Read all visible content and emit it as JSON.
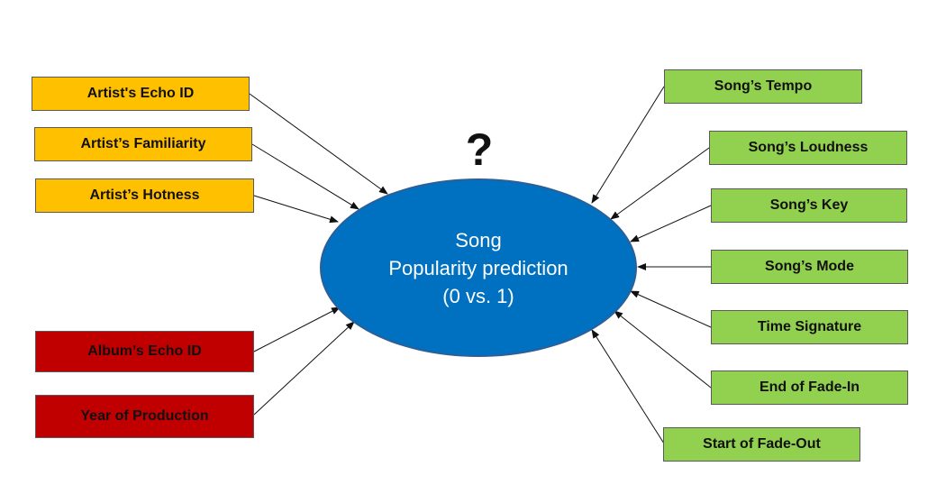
{
  "colors": {
    "artist_box": "#ffc000",
    "album_box": "#c00000",
    "song_box": "#92d050",
    "center": "#0070c0",
    "arrow": "#111111"
  },
  "center": {
    "line1": "Song",
    "line2": "Popularity prediction",
    "line3": "(0 vs. 1)"
  },
  "question_mark": "?",
  "left_inputs": [
    {
      "label": "Artist's Echo ID"
    },
    {
      "label": "Artist’s Familiarity"
    },
    {
      "label": "Artist’s Hotness"
    },
    {
      "label": "Album’s Echo ID"
    },
    {
      "label": "Year of Production"
    }
  ],
  "right_inputs": [
    {
      "label": "Song’s Tempo"
    },
    {
      "label": "Song’s Loudness"
    },
    {
      "label": "Song’s Key"
    },
    {
      "label": "Song’s Mode"
    },
    {
      "label": "Time Signature"
    },
    {
      "label": "End of Fade-In"
    },
    {
      "label": "Start of Fade-Out"
    }
  ]
}
